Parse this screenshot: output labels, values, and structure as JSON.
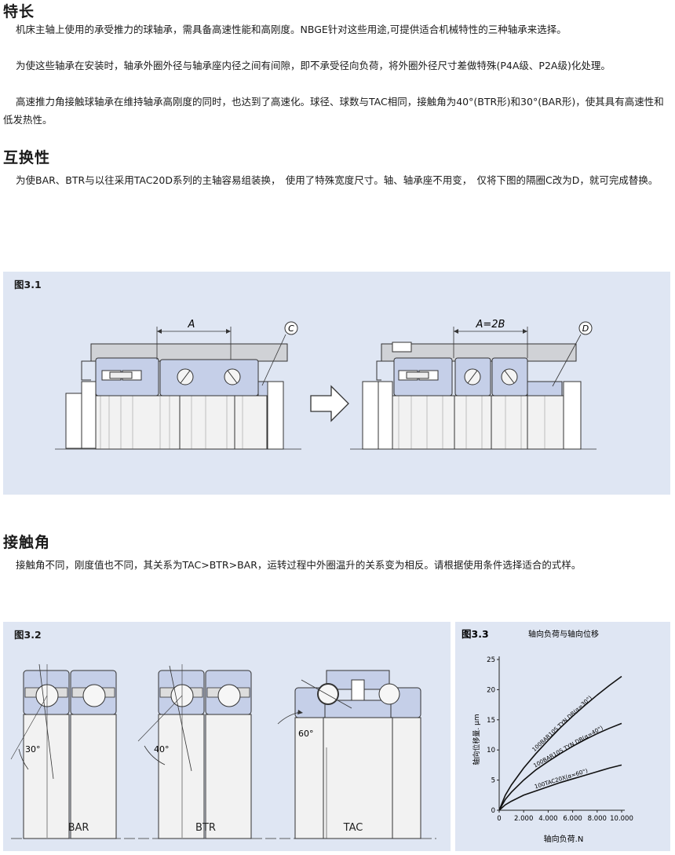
{
  "features": {
    "heading": "特长",
    "p1": "机床主轴上使用的承受推力的球轴承，需具备高速性能和高刚度。NBGE针对这些用途,可提供适合机械特性的三种轴承来选择。",
    "p2": "为使这些轴承在安装时，轴承外圈外径与轴承座内径之间有间隙，即不承受径向负荷，将外圈外径尺寸差做特殊(P4A级、P2A级)化处理。",
    "p3": "高速推力角接触球轴承在维持轴承高刚度的同时，也达到了高速化。球径、球数与TAC相同，接触角为40°(BTR形)和30°(BAR形)，使其具有高速性和低发热性。"
  },
  "interchange": {
    "heading": "互换性",
    "p1": "为使BAR、BTR与以往采用TAC20D系列的主轴容易组装换，　使用了特殊宽度尺寸。轴、轴承座不用变，　仅将下图的隔圈C改为D，就可完成替换。"
  },
  "fig31": {
    "caption": "图3.1",
    "label_a": "A",
    "label_c": "C",
    "label_a2b": "A=2B",
    "label_d": "D"
  },
  "contact": {
    "heading": "接触角",
    "p1": "接触角不同，刚度值也不同，其关系为TAC>BTR>BAR，运转过程中外圈温升的关系变为相反。请根据使用条件选择适合的式样。"
  },
  "fig32": {
    "caption": "图3.2",
    "bar_label": "BAR",
    "btr_label": "BTR",
    "tac_label": "TAC",
    "angle_bar": "30°",
    "angle_btr": "40°",
    "angle_tac": "60°"
  },
  "chart_data": {
    "type": "line",
    "caption": "图3.3",
    "title": "轴向负荷与轴向位移",
    "xlabel": "轴向负荷.N",
    "ylabel": "轴向位移量. μm",
    "xlim": [
      0,
      10000
    ],
    "ylim": [
      0,
      25
    ],
    "xticks": [
      "0",
      "2.000",
      "4.000",
      "6.000",
      "8.000",
      "10.000"
    ],
    "yticks": [
      "0",
      "5",
      "10",
      "15",
      "20",
      "25"
    ],
    "series": [
      {
        "name": "100BAR10S TYN DB(α=30°)",
        "x": [
          0,
          500,
          1000,
          2000,
          3000,
          4000,
          5000,
          6000,
          7000,
          8000,
          9000,
          10000
        ],
        "values": [
          0,
          2.5,
          4.2,
          7.0,
          9.4,
          11.6,
          13.7,
          15.6,
          17.4,
          19.1,
          20.7,
          22.2
        ]
      },
      {
        "name": "100BAR10S TYN DB(α=40°)",
        "x": [
          0,
          500,
          1000,
          2000,
          3000,
          4000,
          5000,
          6000,
          7000,
          8000,
          9000,
          10000
        ],
        "values": [
          0,
          1.8,
          3.0,
          5.0,
          6.7,
          8.1,
          9.4,
          10.6,
          11.7,
          12.7,
          13.6,
          14.4
        ]
      },
      {
        "name": "100TAC20X(α=60°)",
        "x": [
          0,
          500,
          1000,
          2000,
          3000,
          4000,
          5000,
          6000,
          7000,
          8000,
          9000,
          10000
        ],
        "values": [
          0,
          0.9,
          1.5,
          2.5,
          3.2,
          3.9,
          4.6,
          5.2,
          5.8,
          6.4,
          7.0,
          7.5
        ]
      }
    ]
  }
}
